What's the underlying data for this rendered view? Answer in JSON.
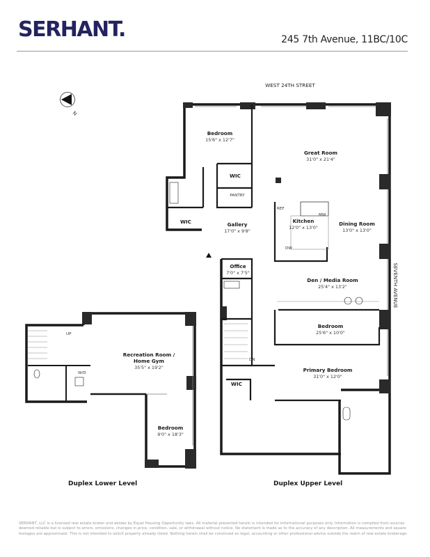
{
  "header": {
    "logo": "SERHANT.",
    "address": "245 7th Avenue, 11BC/10C",
    "brand_color": "#23235f"
  },
  "compass": {
    "label": "N",
    "icon": "north-arrow-icon"
  },
  "streets": {
    "north": "WEST 24TH STREET",
    "east": "SEVENTH AVENUE"
  },
  "upper_level": {
    "title": "Duplex Upper Level",
    "rooms": [
      {
        "name": "Bedroom",
        "dims": "15'6\" x 12'7\""
      },
      {
        "name": "Great Room",
        "dims": "31'0\" x 21'4\""
      },
      {
        "name": "WIC",
        "dims": ""
      },
      {
        "name": "PANTRY",
        "dims": ""
      },
      {
        "name": "WIC",
        "dims": ""
      },
      {
        "name": "Gallery",
        "dims": "17'0\" x 9'8\""
      },
      {
        "name": "Kitchen",
        "dims": "12'0\" x 13'0\""
      },
      {
        "name": "Dining Room",
        "dims": "13'0\" x 13'0\""
      },
      {
        "name": "Office",
        "dims": "7'0\" x 7'5\""
      },
      {
        "name": "Den / Media Room",
        "dims": "25'4\" x 13'2\""
      },
      {
        "name": "Bedroom",
        "dims": "25'6\" x 10'0\""
      },
      {
        "name": "Primary Bedroom",
        "dims": "31'0\" x 12'0\""
      },
      {
        "name": "WIC",
        "dims": ""
      }
    ],
    "fixtures": {
      "ref": "REF",
      "mw": "MW",
      "dw": "DW",
      "stairs": "DN"
    }
  },
  "lower_level": {
    "title": "Duplex Lower Level",
    "rooms": [
      {
        "name": "Recreation Room /",
        "name2": "Home Gym",
        "dims": "35'5\" x 19'2\""
      },
      {
        "name": "Bedroom",
        "dims": "9'0\" x 18'3\""
      }
    ],
    "fixtures": {
      "wd": "W/D",
      "stairs": "UP"
    }
  },
  "disclaimer": "SERHANT, LLC is a licensed real estate broker and abides by Equal Housing Opportunity laws. All material presented herein is intended for informational purposes only. Information is compiled from sources deemed reliable but is subject to errors, omissions, changes in price, condition, sale, or withdrawal without notice. No statement is made as to the accuracy of any description. All measurements and square footages are approximate. This is not intended to solicit property already listed. Nothing herein shall be construed as legal, accounting or other professional advice outside the realm of real estate brokerage."
}
